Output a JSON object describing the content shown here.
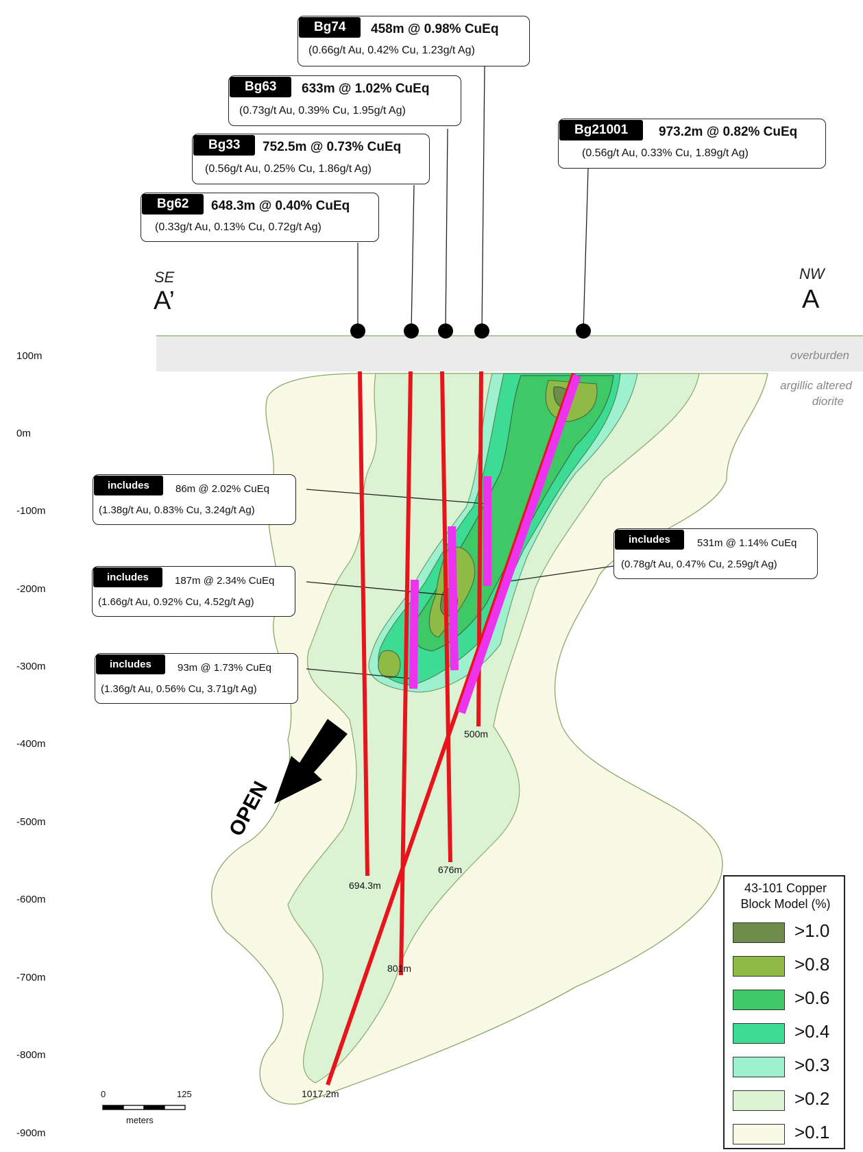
{
  "section": {
    "se_label": "SE",
    "se_marker": "A’",
    "nw_label": "NW",
    "nw_marker": "A",
    "overburden_label": "overburden",
    "host_rock_label_1": "argillic altered",
    "host_rock_label_2": "diorite",
    "open_label": "OPEN"
  },
  "drillholes": [
    {
      "id": "Bg74",
      "headline": "458m @ 0.98% CuEq",
      "assay": "(0.66g/t Au, 0.42% Cu, 1.23g/t Ag)",
      "end_depth_label": "500m"
    },
    {
      "id": "Bg63",
      "headline": "633m @ 1.02% CuEq",
      "assay": "(0.73g/t Au, 0.39% Cu, 1.95g/t Ag)",
      "end_depth_label": "676m"
    },
    {
      "id": "Bg33",
      "headline": "752.5m @ 0.73% CuEq",
      "assay": "(0.56g/t Au, 0.25% Cu, 1.86g/t Ag)",
      "end_depth_label": "801m"
    },
    {
      "id": "Bg62",
      "headline": "648.3m @ 0.40% CuEq",
      "assay": "(0.33g/t Au, 0.13% Cu, 0.72g/t Ag)",
      "end_depth_label": "694.3m"
    },
    {
      "id": "Bg21001",
      "headline": "973.2m @ 0.82% CuEq",
      "assay": "(0.56g/t Au, 0.33% Cu, 1.89g/t Ag)",
      "end_depth_label": "1017.2m"
    }
  ],
  "includes": [
    {
      "tag": "includes",
      "headline": "86m @ 2.02% CuEq",
      "assay": "(1.38g/t Au, 0.83% Cu, 3.24g/t Ag)"
    },
    {
      "tag": "includes",
      "headline": "187m @ 2.34% CuEq",
      "assay": "(1.66g/t Au, 0.92% Cu, 4.52g/t Ag)"
    },
    {
      "tag": "includes",
      "headline": "93m @ 1.73% CuEq",
      "assay": "(1.36g/t Au, 0.56% Cu, 3.71g/t Ag)"
    },
    {
      "tag": "includes",
      "headline": "531m @ 1.14% CuEq",
      "assay": "(0.78g/t Au, 0.47% Cu, 2.59g/t Ag)"
    }
  ],
  "depth_axis": [
    "100m",
    "0m",
    "-100m",
    "-200m",
    "-300m",
    "-400m",
    "-500m",
    "-600m",
    "-700m",
    "-800m",
    "-900m"
  ],
  "legend": {
    "title_line1": "43-101 Copper",
    "title_line2": "Block Model (%)",
    "items": [
      {
        "label": ">1.0",
        "color": "#6e8c4a"
      },
      {
        "label": ">0.8",
        "color": "#8fba45"
      },
      {
        "label": ">0.6",
        "color": "#3ec866"
      },
      {
        "label": ">0.4",
        "color": "#3ddc95"
      },
      {
        "label": ">0.3",
        "color": "#9ef1cf"
      },
      {
        "label": ">0.2",
        "color": "#dcf3d3"
      },
      {
        "label": ">0.1",
        "color": "#f8fae6"
      }
    ]
  },
  "scale_bar": {
    "start": "0",
    "end": "125",
    "units": "meters"
  },
  "colors": {
    "drillhole": "#e8141b",
    "intercept": "#ee33ee",
    "overburden": "#ebebeb"
  }
}
